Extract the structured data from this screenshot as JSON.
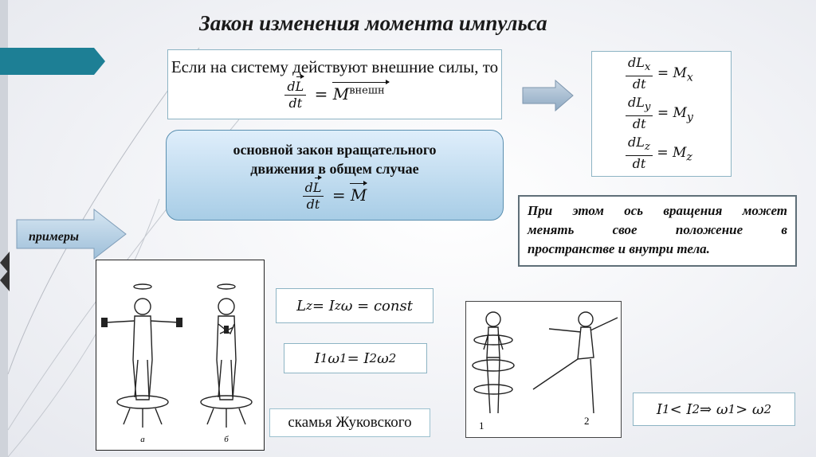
{
  "title": "Закон изменения момента импульса",
  "box_external": {
    "text": "Если на систему действуют внешние силы, то",
    "frac_num": "dL",
    "frac_den": "dt",
    "rhs": "= M",
    "rhs_sup": "внешн"
  },
  "components": [
    {
      "num": "dL",
      "sub": "x",
      "den": "dt",
      "rhs": "= M",
      "rhs_sub": "x"
    },
    {
      "num": "dL",
      "sub": "y",
      "den": "dt",
      "rhs": "= M",
      "rhs_sub": "y"
    },
    {
      "num": "dL",
      "sub": "z",
      "den": "dt",
      "rhs": "= M",
      "rhs_sub": "z"
    }
  ],
  "law": {
    "line1": "основной закон вращательного",
    "line2": "движения в общем случае",
    "frac_num": "dL",
    "frac_den": "dt",
    "rhs": "= M"
  },
  "note": {
    "line1": "При этом ось вращения может",
    "line2": "менять свое положение в",
    "line3": "пространстве и внутри тела."
  },
  "examples_label": "примеры",
  "eq_const": "L_z = I_zω = const",
  "eq_const_parts": {
    "a": "L",
    "a_sub": "z",
    "b": " = I",
    "b_sub": "z",
    "c": "ω = const"
  },
  "eq_omega_parts": {
    "a": "I",
    "a_sub": "1",
    "b": "ω",
    "b_sub": "1",
    "c": " = I",
    "c_sub": "2",
    "d": "ω",
    "d_sub": "2"
  },
  "eq_ineq_parts": {
    "a": "I",
    "a_sub": "1",
    "b": " < I",
    "b_sub": "2",
    "c": " ⇒ ω",
    "c_sub": "1",
    "d": " > ω",
    "d_sub": "2"
  },
  "bench_label": "скамья Жуковского",
  "bench_fig_labels": [
    "а",
    "б"
  ],
  "skater_fig_labels": [
    "1",
    "2"
  ]
}
